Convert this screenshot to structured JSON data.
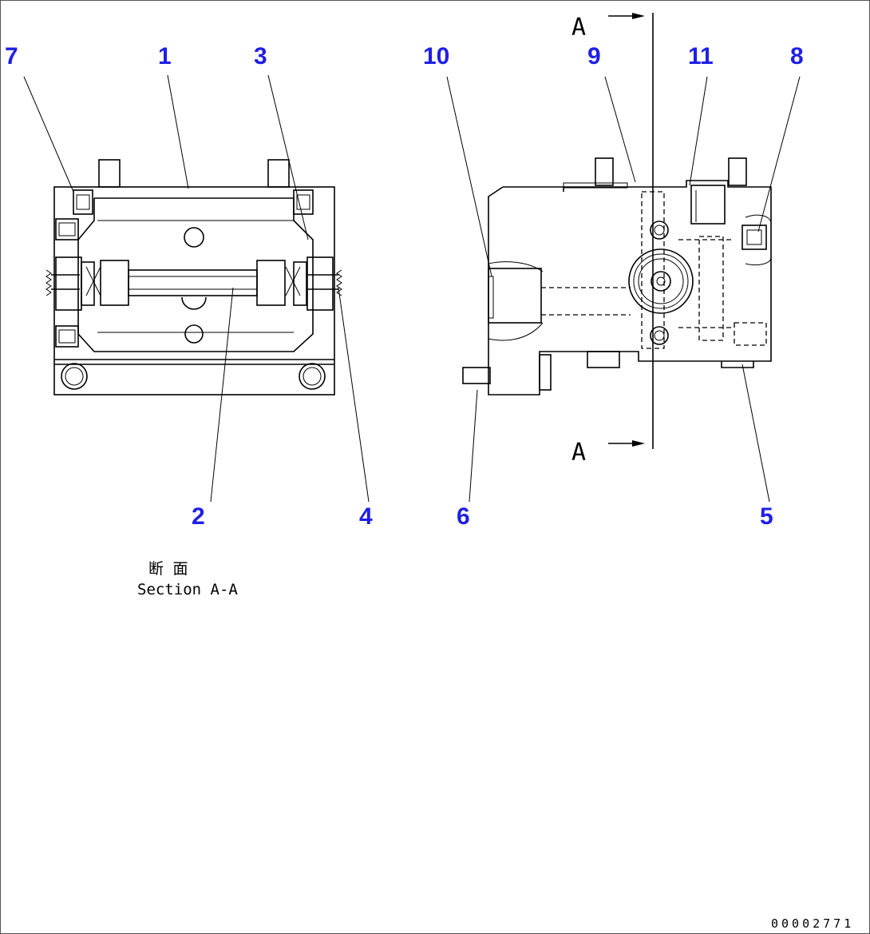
{
  "callouts": {
    "c1": "1",
    "c2": "2",
    "c3": "3",
    "c4": "4",
    "c5": "5",
    "c6": "6",
    "c7": "7",
    "c8": "8",
    "c9": "9",
    "c10": "10",
    "c11": "11"
  },
  "section_marks": {
    "top": "A",
    "bottom": "A"
  },
  "caption": {
    "jp": "断 面",
    "en": "Section A-A"
  },
  "doc_id": "00002771",
  "colors": {
    "callout": "#1f1fe6",
    "line": "#000000"
  }
}
